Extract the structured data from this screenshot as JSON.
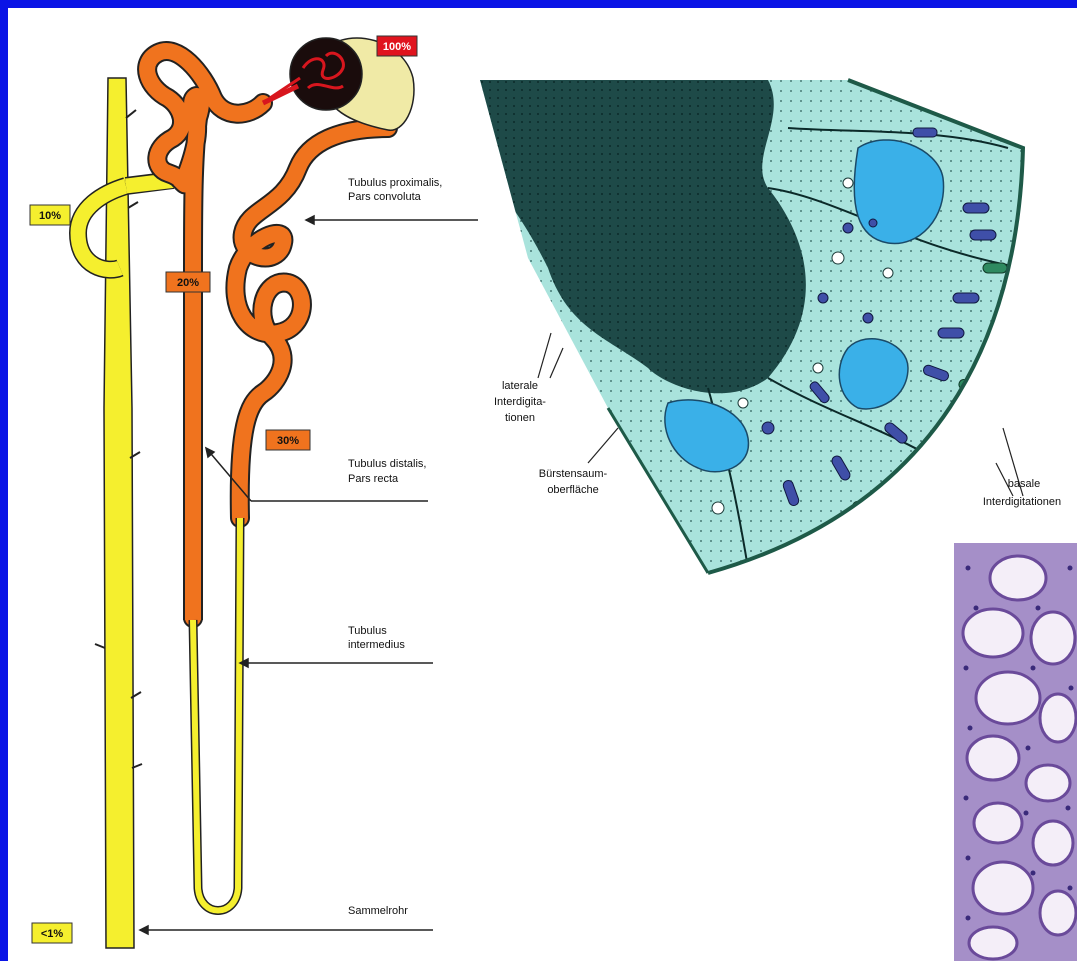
{
  "colors": {
    "frame": "#0a14e6",
    "collecting_duct": "#f5ef2e",
    "proximal_tubule": "#f0731e",
    "badge_red": "#e0141e",
    "cell_fill": "#a9e3dc",
    "lumen_dark": "#1e4a48",
    "nucleus": "#3ab0e8"
  },
  "percentages": {
    "p100": "100%",
    "p30": "30%",
    "p20": "20%",
    "p10": "10%",
    "p1": "<1%"
  },
  "labels": {
    "proximalis_1": "Tubulus proximalis,",
    "proximalis_2": "Pars convoluta",
    "distalis_1": "Tubulus distalis,",
    "distalis_2": "Pars recta",
    "intermedius_1": "Tubulus",
    "intermedius_2": "intermedius",
    "sammelrohr": "Sammelrohr",
    "laterale_1": "laterale",
    "laterale_2": "Interdigita-",
    "laterale_3": "tionen",
    "buerstensaum_1": "Bürstensaum-",
    "buerstensaum_2": "oberfläche",
    "basale_1": "basale",
    "basale_2": "Interdigitationen"
  }
}
